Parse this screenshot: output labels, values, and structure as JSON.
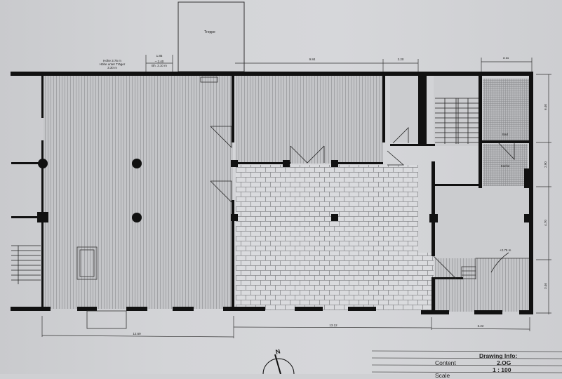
{
  "plan": {
    "floor": "2.OG",
    "scale": "1 : 100",
    "north_label": "N",
    "colors": {
      "paper": "#d3d4d7",
      "wall": "#111111",
      "floor_wood": "#bfc0c3",
      "floor_tile": "#d8d9dc",
      "tile_line": "#8e8f92",
      "wet_room": "#b3b4b7"
    }
  },
  "annotations": {
    "stair_top": "Treppe",
    "height_note_line1": "Höhe 3.75 m",
    "height_note_line2": "Höhe unter Träger",
    "height_note_line3": "3.30 m",
    "opening_width": "1.85",
    "opening_height": "~ 2.40",
    "opening_sill": "Bh. 3.10 m",
    "bath": "Bad",
    "kitchen": "Küche",
    "level_mark": "+2.75 m"
  },
  "dimensions": {
    "top": [
      "9.84",
      "2.20",
      "3.11"
    ],
    "right": [
      "6.40",
      "2.90",
      "4.70",
      "3.46"
    ],
    "bottom": [
      "12.69",
      "13.12",
      "6.22"
    ]
  },
  "drawing_info": {
    "title": "Drawing Info:",
    "content_label": "Content",
    "content_value": "2.OG",
    "scale_value": "1 : 100",
    "scale_label": "Scale"
  }
}
